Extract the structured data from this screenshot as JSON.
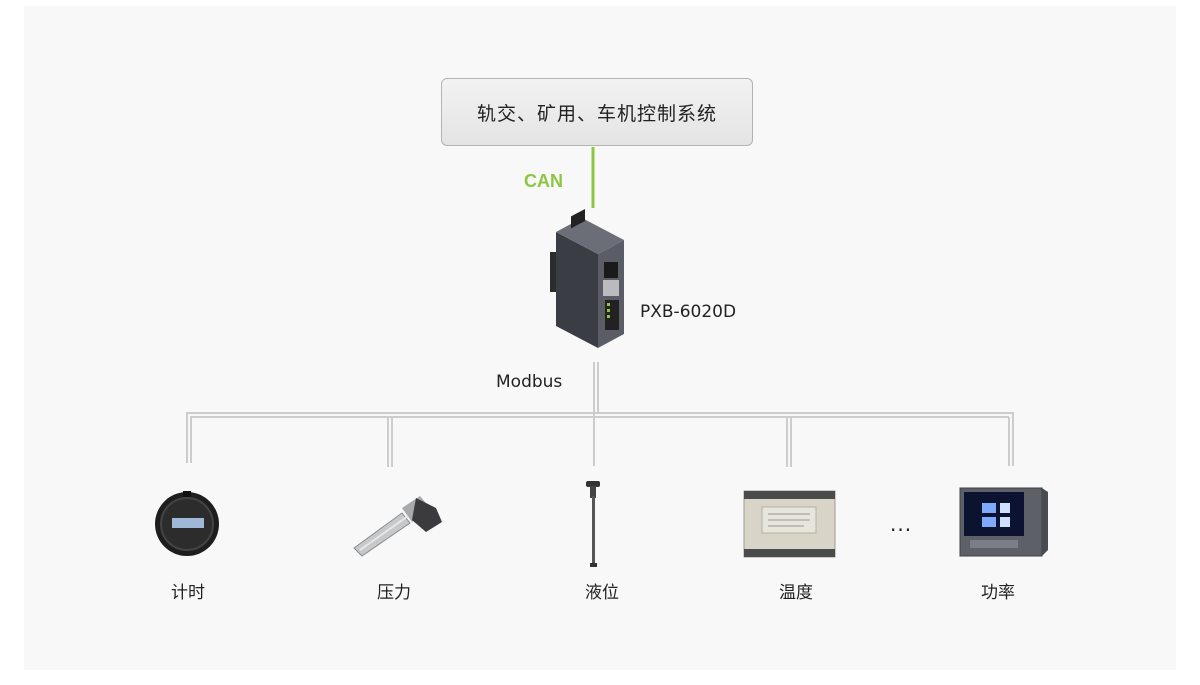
{
  "top_system": {
    "label": "轨交、矿用、车机控制系统"
  },
  "link_top": {
    "label": "CAN",
    "color": "#8dc63f"
  },
  "gateway": {
    "label": "PXB-6020D",
    "icon": "din-rail-gateway-icon"
  },
  "bus": {
    "label": "Modbus",
    "color": "#cccccc"
  },
  "devices": [
    {
      "label": "计时",
      "icon": "hour-meter-icon"
    },
    {
      "label": "压力",
      "icon": "pressure-sensor-icon"
    },
    {
      "label": "液位",
      "icon": "level-probe-icon"
    },
    {
      "label": "温度",
      "icon": "temperature-module-icon"
    },
    {
      "label": "功率",
      "icon": "power-meter-icon"
    }
  ],
  "ellipsis": "..."
}
